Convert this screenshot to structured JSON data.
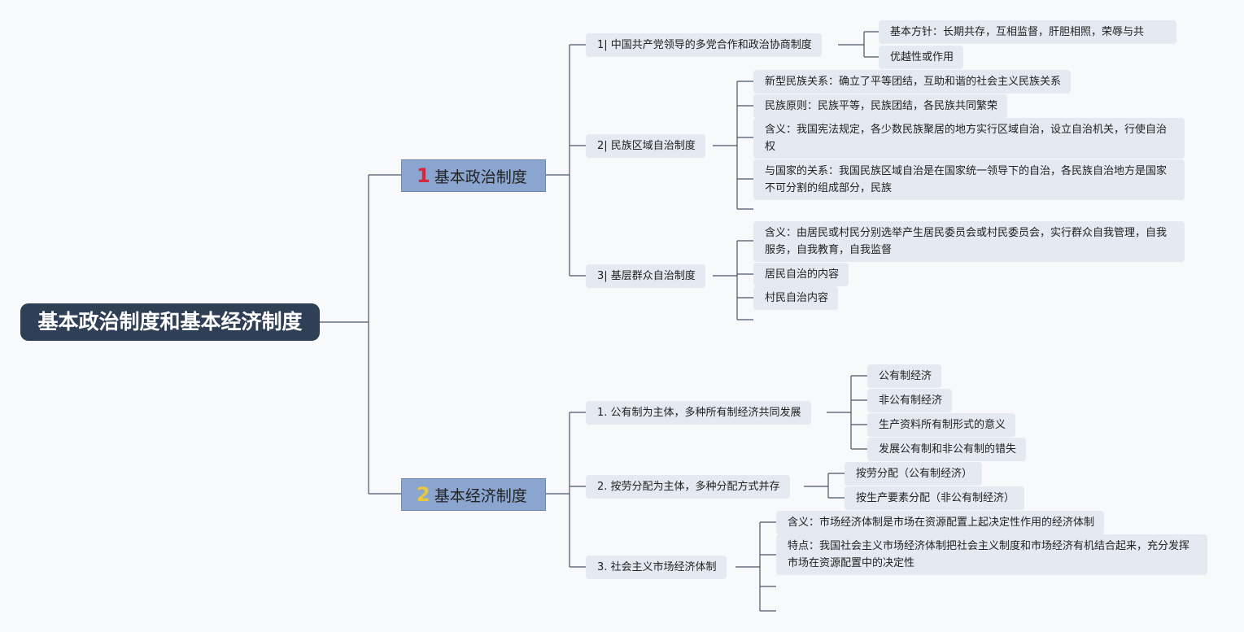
{
  "root": {
    "title": "基本政治制度和基本经济制度"
  },
  "branches": [
    {
      "num": "1",
      "num_color": "#d5283e",
      "title": "基本政治制度",
      "children": [
        {
          "label": "1| 中国共产党领导的多党合作和政治协商制度",
          "items": [
            "基本方针：长期共存，互相监督，肝胆相照，荣辱与共",
            "优越性或作用"
          ]
        },
        {
          "label": "2| 民族区域自治制度",
          "items": [
            "新型民族关系：确立了平等团结，互助和谐的社会主义民族关系",
            "民族原则：民族平等，民族团结，各民族共同繁荣",
            "含义：我国宪法规定，各少数民族聚居的地方实行区域自治，设立自治机关，行使自治权",
            "与国家的关系：我国民族区域自治是在国家统一领导下的自治，各民族自治地方是国家不可分割的组成部分，民族"
          ]
        },
        {
          "label": "3| 基层群众自治制度",
          "items": [
            "含义：由居民或村民分别选举产生居民委员会或村民委员会，实行群众自我管理，自我服务，自我教育，自我监督",
            "居民自治的内容",
            "村民自治内容"
          ]
        }
      ]
    },
    {
      "num": "2",
      "num_color": "#e9c93a",
      "title": "基本经济制度",
      "children": [
        {
          "label": "1. 公有制为主体，多种所有制经济共同发展",
          "items": [
            "公有制经济",
            "非公有制经济",
            "生产资料所有制形式的意义",
            "发展公有制和非公有制的错失"
          ]
        },
        {
          "label": "2. 按劳分配为主体，多种分配方式并存",
          "items": [
            "按劳分配（公有制经济）",
            "按生产要素分配（非公有制经济）"
          ]
        },
        {
          "label": "3. 社会主义市场经济体制",
          "items": [
            "含义：市场经济体制是市场在资源配置上起决定性作用的经济体制",
            "特点：我国社会主义市场经济体制把社会主义制度和市场经济有机结合起来，充分发挥市场在资源配置中的决定性"
          ]
        }
      ]
    }
  ]
}
